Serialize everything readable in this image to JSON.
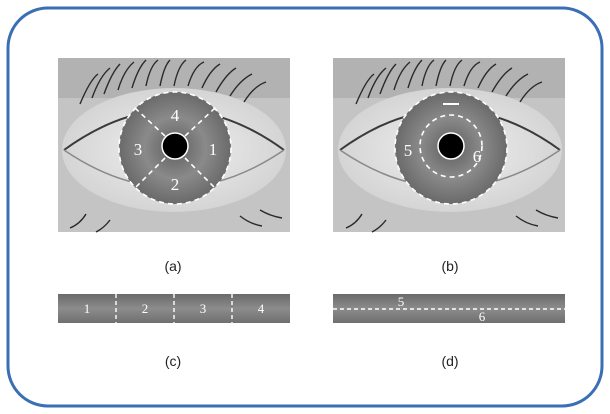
{
  "panels": [
    {
      "caption": "(a)",
      "region_labels": [
        "4",
        "3",
        "1",
        "2"
      ]
    },
    {
      "caption": "(b)",
      "region_labels": [
        "5",
        "6"
      ]
    },
    {
      "caption": "(c)",
      "strip_labels": [
        "1",
        "2",
        "3",
        "4"
      ]
    },
    {
      "caption": "(d)",
      "strip_labels": [
        "5",
        "6"
      ]
    }
  ],
  "colors": {
    "frame_border": "#3a6fb5",
    "photo_background": "#c9c9c9",
    "sclera": "#e6e6e6",
    "iris": "#7a7a7a",
    "pupil": "#000000",
    "overlay_lines": "#ffffff",
    "strip": "#777777"
  }
}
